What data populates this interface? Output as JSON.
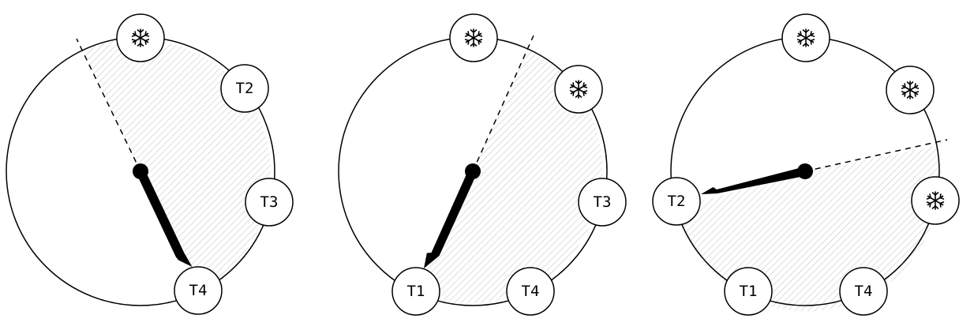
{
  "panels": [
    {
      "nodes": [
        {
          "kind": "snowflake",
          "icon": "snowflake-icon"
        },
        {
          "kind": "label",
          "text": "T2"
        },
        {
          "kind": "label",
          "text": "T3"
        },
        {
          "kind": "label",
          "text": "T4"
        }
      ],
      "pointer_target": "T4"
    },
    {
      "nodes": [
        {
          "kind": "snowflake",
          "icon": "snowflake-icon"
        },
        {
          "kind": "snowflake",
          "icon": "snowflake-icon"
        },
        {
          "kind": "label",
          "text": "T3"
        },
        {
          "kind": "label",
          "text": "T4"
        },
        {
          "kind": "label",
          "text": "T1"
        }
      ],
      "pointer_target": "T1"
    },
    {
      "nodes": [
        {
          "kind": "snowflake",
          "icon": "snowflake-icon"
        },
        {
          "kind": "snowflake",
          "icon": "snowflake-icon"
        },
        {
          "kind": "snowflake",
          "icon": "snowflake-icon"
        },
        {
          "kind": "label",
          "text": "T4"
        },
        {
          "kind": "label",
          "text": "T1"
        },
        {
          "kind": "label",
          "text": "T2"
        }
      ],
      "pointer_target": "T2"
    }
  ],
  "colors": {
    "stroke": "#000000",
    "hatch": "#c8c8c8",
    "background": "#ffffff"
  }
}
